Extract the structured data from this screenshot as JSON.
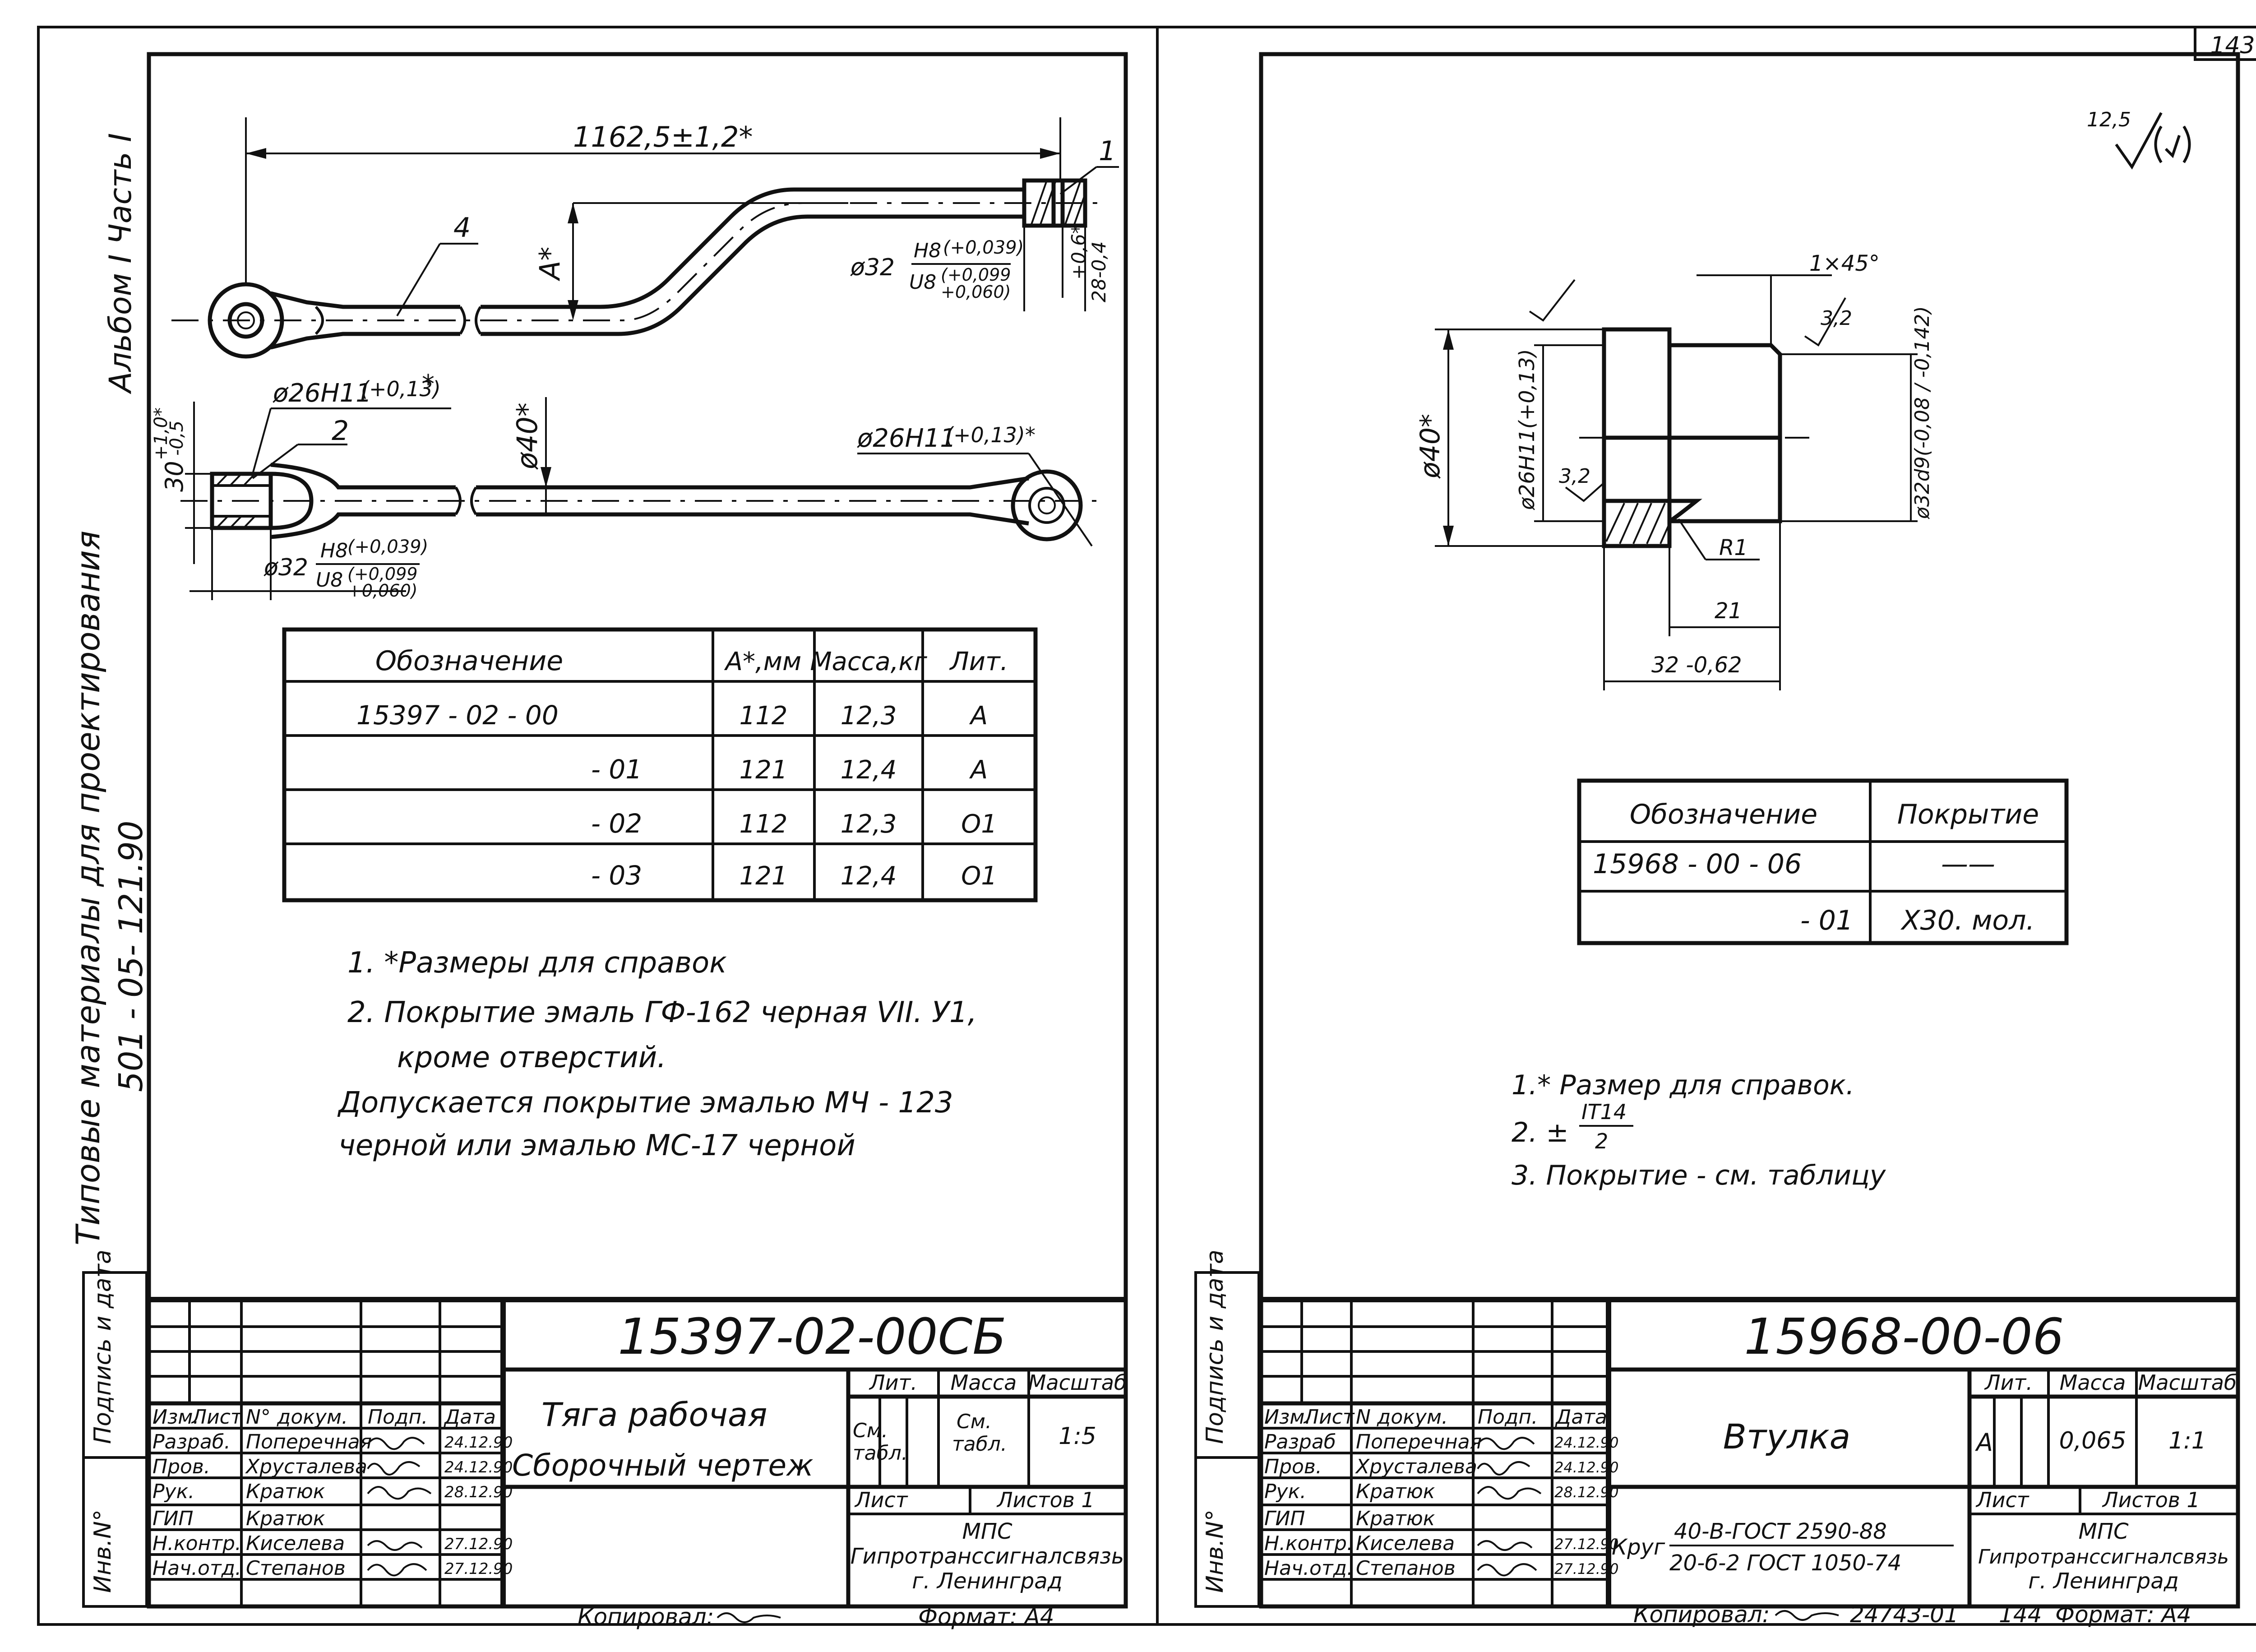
{
  "sheet_number": "143",
  "binding": {
    "album": "Альбом I Часть I",
    "series_line1": "Типовые материалы для проектирования",
    "series_line2": "501 - 05- 121.90",
    "stamp_sign_date": "Подпись и дата",
    "stamp_inv": "Инв.N°"
  },
  "left": {
    "dims": {
      "total_length": "1162,5±1,2*",
      "a_star": "A*",
      "pos1": "1",
      "pos2": "2",
      "pos4": "4",
      "hole_a": "ø26H11",
      "hole_a_tol": "(+0,13)",
      "hole_a_star": "*",
      "hole_b": "ø26H11",
      "hole_b_tol": "(+0,13)*",
      "dia40": "ø40*",
      "width30": "30",
      "width30_tol_top": "+1,0*",
      "width30_tol_bot": "-0,5",
      "fit_dia_top": "ø32",
      "fit_h8_top": "H8",
      "fit_h8_top_tol": "(+0,039)",
      "fit_u8_top": "U8",
      "fit_u8_top_tol_a": "(+0,099",
      "fit_u8_top_tol_b": "+0,060)",
      "fit_dia_bot": "ø32",
      "fit_h8_bot": "H8",
      "fit_h8_bot_tol": "(+0,039)",
      "fit_u8_bot": "U8",
      "fit_u8_bot_tol_a": "(+0,099",
      "fit_u8_bot_tol_b": "+0,060)",
      "dim_28": "28-0,4",
      "dim_plus06": "+0,6*"
    },
    "table": {
      "headers": [
        "Обозначение",
        "A*,мм",
        "Масса,кг",
        "Лит."
      ],
      "rows": [
        [
          "15397 - 02 - 00",
          "112",
          "12,3",
          "А"
        ],
        [
          "- 01",
          "121",
          "12,4",
          "А"
        ],
        [
          "- 02",
          "112",
          "12,3",
          "О1"
        ],
        [
          "- 03",
          "121",
          "12,4",
          "О1"
        ]
      ]
    },
    "notes": [
      "1. *Размеры для справок",
      "2. Покрытие эмаль ГФ-162 черная VII. У1,",
      "кроме отверстий.",
      "Допускается покрытие эмалью МЧ - 123",
      "черной или эмалью МС-17 черной"
    ],
    "titleblock": {
      "doc_number": "15397-02-00СБ",
      "name_line1": "Тяга рабочая",
      "name_line2": "Сборочный чертеж",
      "col_headers": [
        "Изм.",
        "Лист",
        "N° докум.",
        "Подп.",
        "Дата"
      ],
      "roles": [
        "Разраб.",
        "Пров.",
        "Рук.",
        "ГИП",
        "Н.контр.",
        "Нач.отд."
      ],
      "people": [
        "Поперечная",
        "Хрусталева",
        "Кратюк",
        "Кратюк",
        "Киселева",
        "Степанов"
      ],
      "dates": [
        "24.12.90",
        "24.12.90",
        "28.12.90",
        "",
        "27.12.90",
        "27.12.90"
      ],
      "lit_label": "Лит.",
      "mass_label": "Масса",
      "scale_label": "Масштаб",
      "lit_value_a": "См.",
      "lit_value_b": "табл.",
      "mass_value_a": "См.",
      "mass_value_b": "табл.",
      "scale_value": "1:5",
      "sheet_label": "Лист",
      "sheets_label": "Листов 1",
      "org_line1": "МПС",
      "org_line2": "Гипротранссигналсвязь",
      "org_line3": "г. Ленинград"
    },
    "copied_label": "Копировал:",
    "format_label": "Формат: А4"
  },
  "right": {
    "roughness": "12,5",
    "dims": {
      "chamfer": "1×45°",
      "rough_a": "3,2",
      "rough_b": "3,2",
      "dia40": "ø40*",
      "bore": "ø26H11(+0,13)",
      "shaft": "ø32d9(-0,08 / -0,142)",
      "radius": "R1",
      "len21": "21",
      "len32": "32 -0,62"
    },
    "table": {
      "headers": [
        "Обозначение",
        "Покрытие"
      ],
      "rows": [
        [
          "15968 - 00 - 06",
          "——"
        ],
        [
          "- 01",
          "Х30. мол."
        ]
      ]
    },
    "notes": [
      "1.* Размер для справок.",
      "2. ±",
      "IT14",
      "2",
      "3. Покрытие - см. таблицу"
    ],
    "titleblock": {
      "doc_number": "15968-00-06",
      "name": "Втулка",
      "col_headers": [
        "Изм.",
        "Лист",
        "N докум.",
        "Подп.",
        "Дата"
      ],
      "roles": [
        "Разраб",
        "Пров.",
        "Рук.",
        "ГИП",
        "Н.контр.",
        "Нач.отд."
      ],
      "people": [
        "Поперечная",
        "Хрусталева",
        "Кратюк",
        "Кратюк",
        "Киселева",
        "Степанов"
      ],
      "dates": [
        "24.12.90",
        "24.12.90",
        "28.12.90",
        "",
        "27.12.90",
        "27.12.90"
      ],
      "material_prefix": "Круг",
      "material_line1": "40-В-ГОСТ 2590-88",
      "material_line2": "20-б-2 ГОСТ 1050-74",
      "lit_label": "Лит.",
      "mass_label": "Масса",
      "scale_label": "Масштаб",
      "lit_value": "А",
      "mass_value": "0,065",
      "scale_value": "1:1",
      "sheet_label": "Лист",
      "sheets_label": "Листов 1",
      "org_line1": "МПС",
      "org_line2": "Гипротранссигналсвязь",
      "org_line3": "г. Ленинград"
    },
    "copied_label": "Копировал:",
    "copy_number": "24743-01",
    "page_code": "144",
    "format_label": "Формат: А4"
  }
}
